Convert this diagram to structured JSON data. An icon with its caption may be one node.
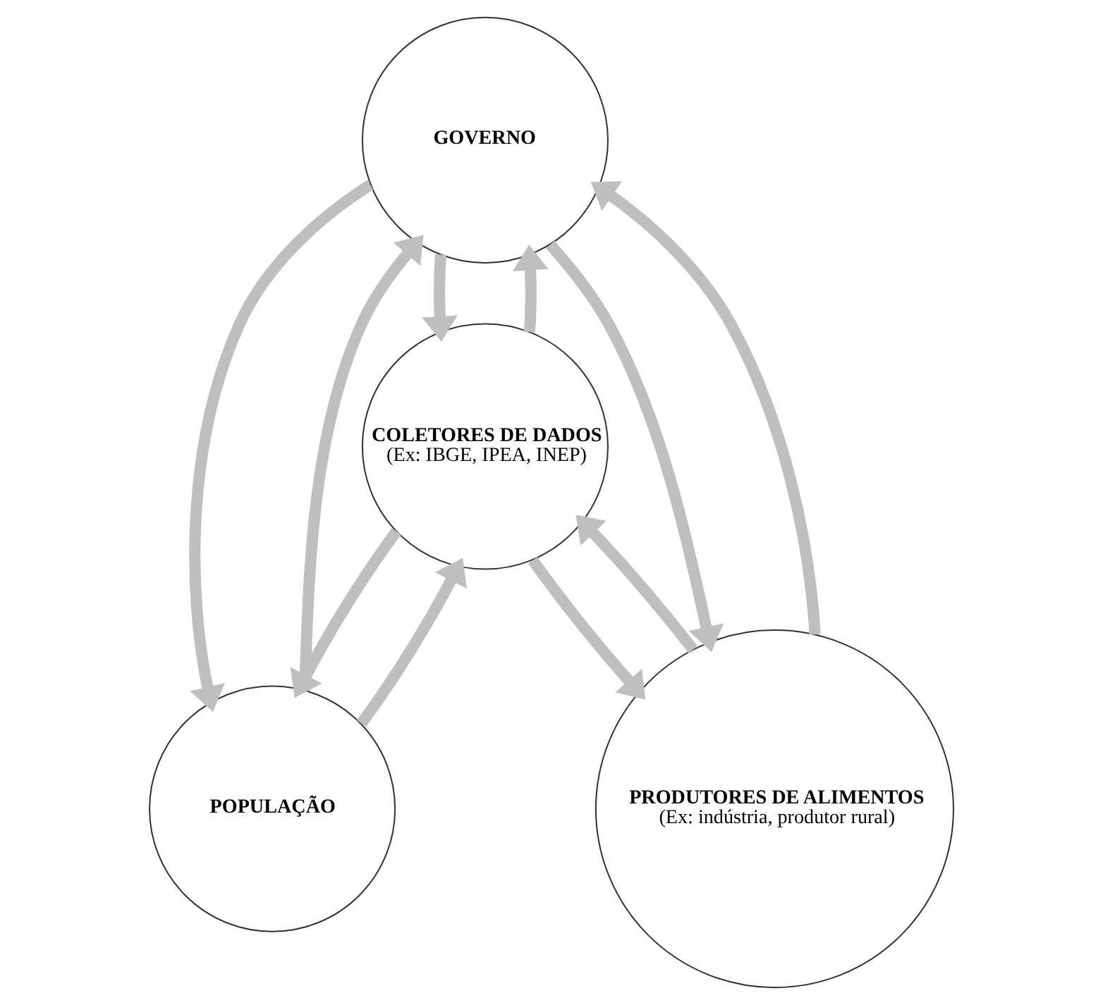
{
  "diagram": {
    "nodes": [
      {
        "text": [
          "GOVERNO"
        ]
      },
      {
        "text": [
          "COLETORES DE DADOS",
          "(Ex: IBGE, IPEA, INEP)"
        ]
      },
      {
        "text": [
          "POPULAÇÃO"
        ]
      },
      {
        "text": [
          "PRODUTORES DE ALIMENTOS",
          "(Ex: indústria, produtor rural)"
        ]
      }
    ],
    "edges": [
      {
        "from": 2,
        "to": 0,
        "arrow": "to"
      },
      {
        "from": 0,
        "to": 2,
        "arrow": "to"
      },
      {
        "from": 0,
        "to": 1,
        "arrow": "to"
      },
      {
        "from": 1,
        "to": 0,
        "arrow": "to"
      },
      {
        "from": 0,
        "to": 3,
        "arrow": "to"
      },
      {
        "from": 3,
        "to": 0,
        "arrow": "to"
      },
      {
        "from": 2,
        "to": 1,
        "arrow": "to"
      },
      {
        "from": 1,
        "to": 2,
        "arrow": "to"
      },
      {
        "from": 1,
        "to": 3,
        "arrow": "to"
      },
      {
        "from": 3,
        "to": 1,
        "arrow": "to"
      }
    ]
  }
}
